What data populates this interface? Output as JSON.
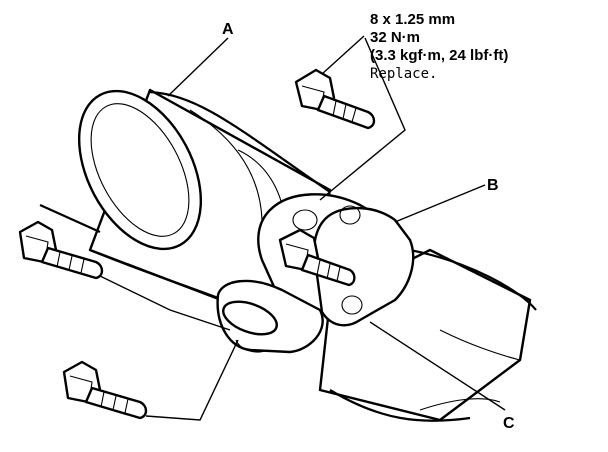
{
  "callouts": {
    "a": "A",
    "b": "B",
    "c": "C"
  },
  "spec": {
    "size": "8 x 1.25 mm",
    "torque_nm": "32 N·m",
    "torque_alt": "(3.3 kgf·m, 24 lbf·ft)",
    "note": "Replace."
  }
}
